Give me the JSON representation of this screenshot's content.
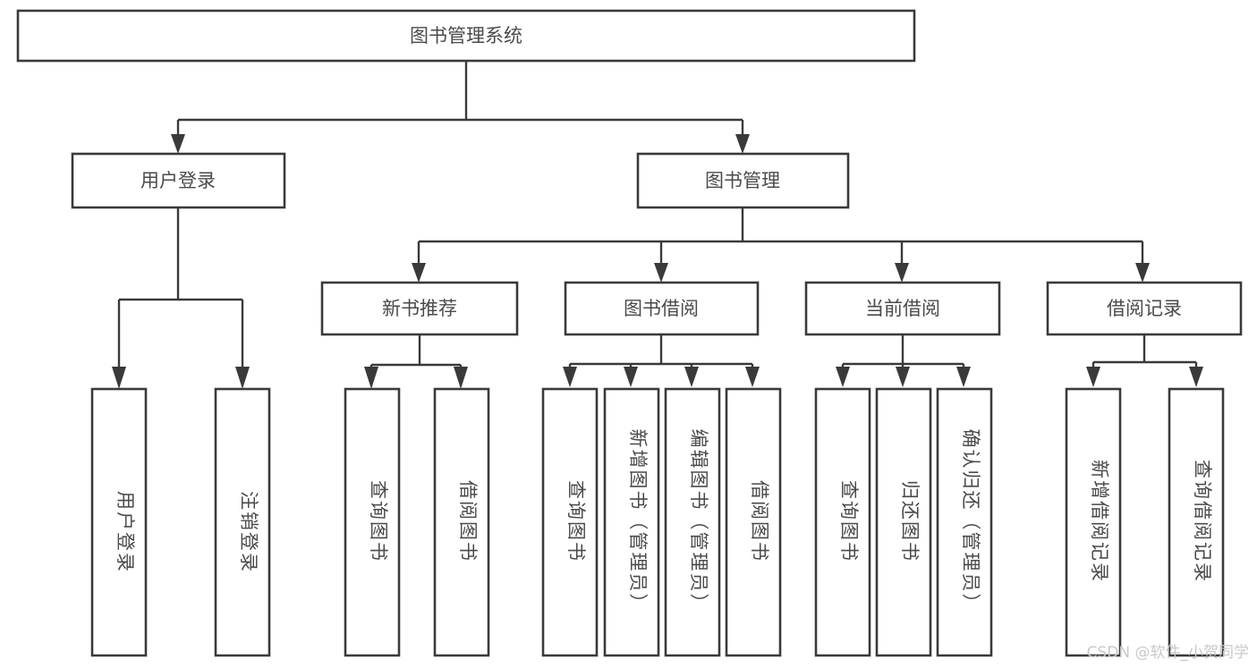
{
  "diagram": {
    "title": "图书管理系统",
    "type": "tree-hierarchy-chart",
    "orientation": "top-down",
    "colors": {
      "background": "#ffffff",
      "box_fill": "#ffffff",
      "box_stroke": "#3a3a3a",
      "connector": "#3a3a3a",
      "text": "#4a4a4a",
      "watermark": "#c9c9c9"
    },
    "root": {
      "label": "图书管理系统",
      "name": "root-node"
    },
    "level2": [
      {
        "label": "用户登录",
        "name": "node-user-login"
      },
      {
        "label": "图书管理",
        "name": "node-book-management"
      }
    ],
    "level3": [
      {
        "label": "新书推荐",
        "name": "node-new-book-recommend"
      },
      {
        "label": "图书借阅",
        "name": "node-book-borrow"
      },
      {
        "label": "当前借阅",
        "name": "node-current-borrow"
      },
      {
        "label": "借阅记录",
        "name": "node-borrow-record"
      }
    ],
    "leaves": {
      "user_login": [
        {
          "label": "用户登录",
          "name": "leaf-user-login"
        },
        {
          "label": "注销登录",
          "name": "leaf-logout"
        }
      ],
      "new_book_recommend": [
        {
          "label": "查询图书",
          "name": "leaf-query-book-recommend"
        },
        {
          "label": "借阅图书",
          "name": "leaf-borrow-book-recommend"
        }
      ],
      "book_borrow": [
        {
          "label": "查询图书",
          "name": "leaf-query-book-borrow"
        },
        {
          "label": "新增图书（管理员）",
          "name": "leaf-add-book-admin"
        },
        {
          "label": "编辑图书（管理员）",
          "name": "leaf-edit-book-admin"
        },
        {
          "label": "借阅图书",
          "name": "leaf-borrow-book"
        }
      ],
      "current_borrow": [
        {
          "label": "查询图书",
          "name": "leaf-query-book-current"
        },
        {
          "label": "归还图书",
          "name": "leaf-return-book"
        },
        {
          "label": "确认归还（管理员）",
          "name": "leaf-confirm-return-admin"
        }
      ],
      "borrow_record": [
        {
          "label": "新增借阅记录",
          "name": "leaf-add-borrow-record"
        },
        {
          "label": "查询借阅记录",
          "name": "leaf-query-borrow-record"
        }
      ]
    }
  },
  "watermark": {
    "text": "CSDN @软件_小贺同学"
  }
}
